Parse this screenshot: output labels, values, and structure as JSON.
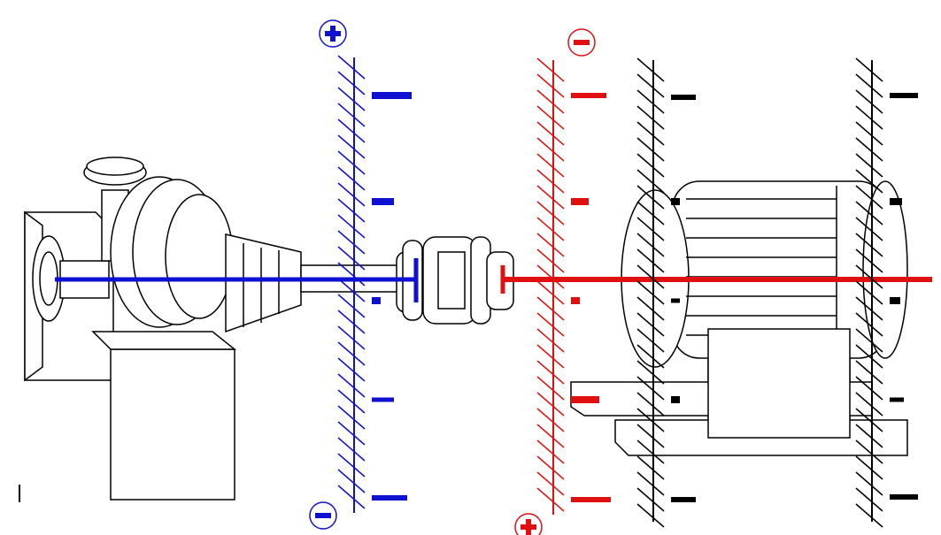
{
  "colors": {
    "pump_shaft": "#1010d0",
    "motor_shaft": "#e01010",
    "reference": "#000000",
    "outline": "#000000"
  },
  "scales": [
    {
      "id": "pump-scale",
      "color": "#1010d0",
      "top_sign": "plus-icon",
      "bottom_sign": "minus-icon"
    },
    {
      "id": "motor-scale",
      "color": "#e01010",
      "top_sign": "minus-icon",
      "bottom_sign": "plus-icon"
    },
    {
      "id": "reference-scale-front",
      "color": "#000000"
    },
    {
      "id": "reference-scale-rear",
      "color": "#000000"
    }
  ]
}
